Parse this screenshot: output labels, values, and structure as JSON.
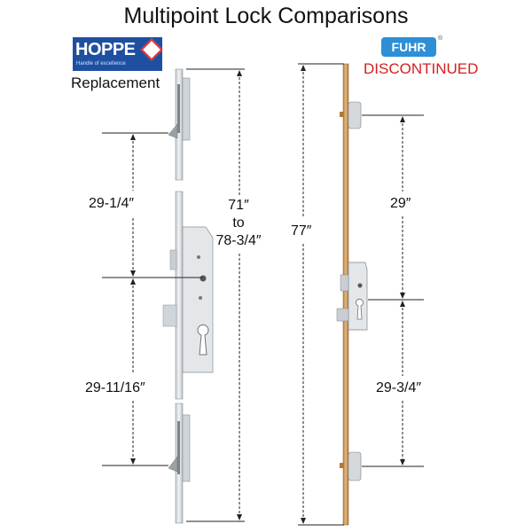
{
  "title": "Multipoint Lock Comparisons",
  "hoppe": {
    "brand": "HOPPE",
    "tagline": "Handle of excellence",
    "status": "Replacement",
    "dimensions": {
      "upper_spacing": "29-1/4″",
      "lower_spacing": "29-11/16″",
      "height_line1": "71″",
      "height_line2": "to",
      "height_line3": "78-3/4″"
    }
  },
  "fuhr": {
    "brand": "FUHR",
    "registered": "®",
    "status": "DISCONTINUED",
    "dimensions": {
      "total_height": "77″",
      "upper_spacing": "29″",
      "lower_spacing": "29-3/4″"
    }
  },
  "colors": {
    "hoppe_blue": "#1f4fa0",
    "hoppe_red": "#e03232",
    "fuhr_blue": "#2d8fd6",
    "discontinued_red": "#d42020",
    "faceplate_silver": "#dfe3e6",
    "faceplate_bronze": "#d9a768"
  }
}
